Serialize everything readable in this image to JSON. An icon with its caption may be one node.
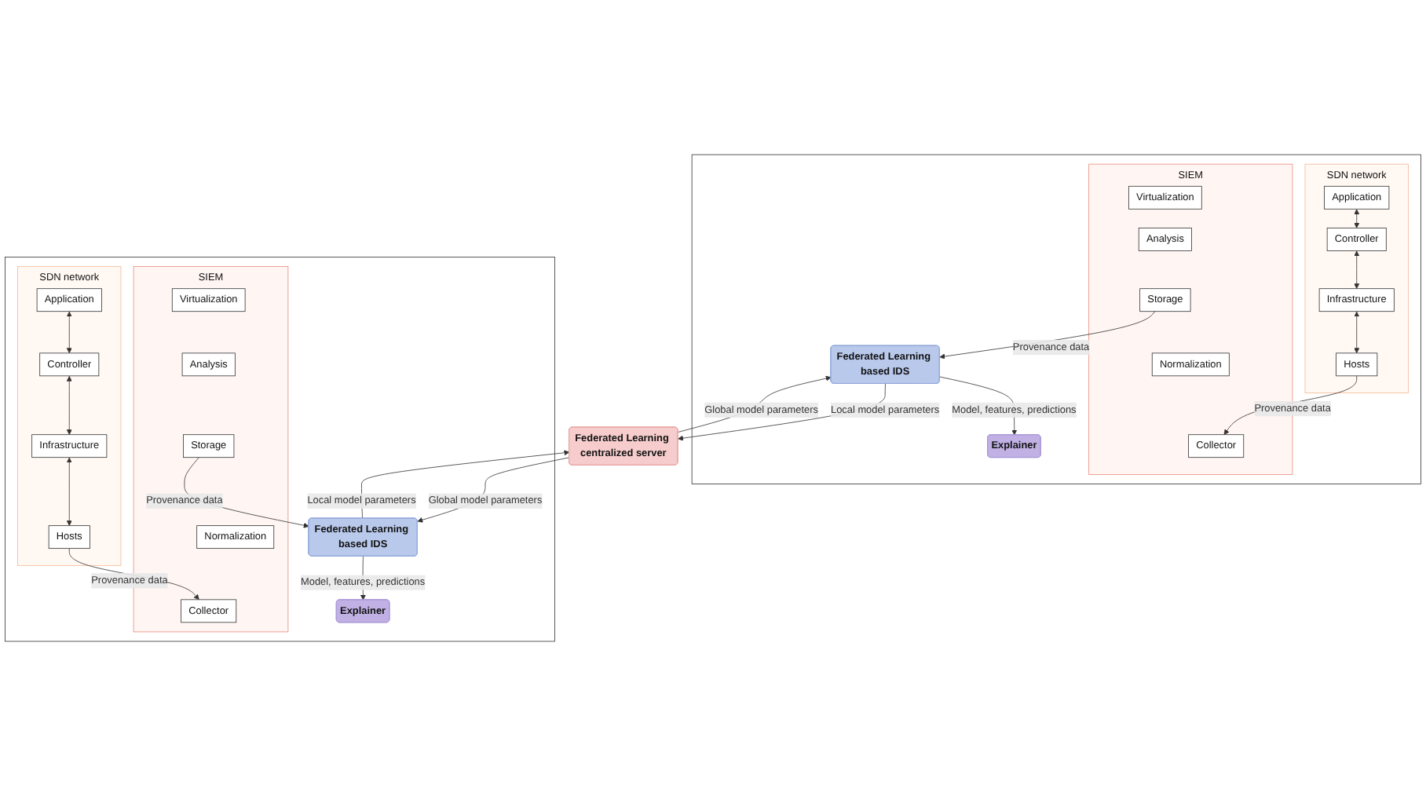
{
  "diagram": {
    "nodes": [
      {
        "text": [],
        "shape": "box"
      },
      {
        "text": [
          "SDN network"
        ],
        "in": 0
      },
      {
        "text": [
          "Application"
        ],
        "in": 1
      },
      {
        "text": [
          "Controller"
        ],
        "in": 1
      },
      {
        "text": [
          "Infrastructure"
        ],
        "in": 1
      },
      {
        "text": [
          "Hosts"
        ],
        "in": 1
      },
      {
        "text": [
          "SIEM"
        ],
        "in": 0
      },
      {
        "text": [
          "Virtualization"
        ],
        "in": 6
      },
      {
        "text": [
          "Analysis"
        ],
        "in": 6
      },
      {
        "text": [
          "Storage"
        ],
        "in": 6
      },
      {
        "text": [
          "Normalization"
        ],
        "in": 6
      },
      {
        "text": [
          "Collector"
        ],
        "in": 6
      },
      {
        "text": [
          "Explainer"
        ],
        "in": 0
      },
      {
        "text": [
          "Federated Learning based IDS"
        ],
        "in": 0
      },
      {
        "text": [],
        "shape": "box"
      },
      {
        "text": [
          "SIEM"
        ],
        "in": 14
      },
      {
        "text": [
          "Virtualization"
        ],
        "in": 15
      },
      {
        "text": [
          "Analysis"
        ],
        "in": 15
      },
      {
        "text": [
          "Storage"
        ],
        "in": 15
      },
      {
        "text": [
          "Normalization"
        ],
        "in": 15
      },
      {
        "text": [
          "Collector"
        ],
        "in": 15
      },
      {
        "text": [
          "SDN network"
        ],
        "in": 14
      },
      {
        "text": [
          "Application"
        ],
        "in": 21
      },
      {
        "text": [
          "Controller"
        ],
        "in": 21
      },
      {
        "text": [
          "Infrastructure"
        ],
        "in": 21
      },
      {
        "text": [
          "Hosts"
        ],
        "in": 21
      },
      {
        "text": [
          "Federated Learning based IDS"
        ],
        "in": 14
      },
      {
        "text": [
          "Explainer"
        ],
        "in": 14
      },
      {
        "text": [
          "Federated Learning centralized server"
        ]
      }
    ],
    "edges": [
      {
        "from": 2,
        "to": 3,
        "arrow": "both"
      },
      {
        "from": 3,
        "to": 4,
        "arrow": "both"
      },
      {
        "from": 4,
        "to": 5,
        "arrow": "both"
      },
      {
        "from": 5,
        "to": 11,
        "arrow": "to",
        "label": "Provenance data"
      },
      {
        "from": 9,
        "to": 13,
        "arrow": "to",
        "label": "Provenance data"
      },
      {
        "from": 13,
        "to": 12,
        "arrow": "to",
        "label": "Model, features, predictions"
      },
      {
        "from": 13,
        "to": 28,
        "arrow": "to",
        "label": "Local model parameters"
      },
      {
        "from": 28,
        "to": 13,
        "arrow": "to",
        "label": "Global model parameters"
      },
      {
        "from": 22,
        "to": 23,
        "arrow": "both"
      },
      {
        "from": 23,
        "to": 24,
        "arrow": "both"
      },
      {
        "from": 24,
        "to": 25,
        "arrow": "both"
      },
      {
        "from": 25,
        "to": 20,
        "arrow": "to",
        "label": "Provenance data"
      },
      {
        "from": 18,
        "to": 26,
        "arrow": "to",
        "label": "Provenance data"
      },
      {
        "from": 26,
        "to": 27,
        "arrow": "to",
        "label": "Model, features, predictions"
      },
      {
        "from": 26,
        "to": 28,
        "arrow": "to",
        "label": "Local model parameters"
      },
      {
        "from": 28,
        "to": 26,
        "arrow": "to",
        "label": "Global model parameters"
      }
    ]
  }
}
